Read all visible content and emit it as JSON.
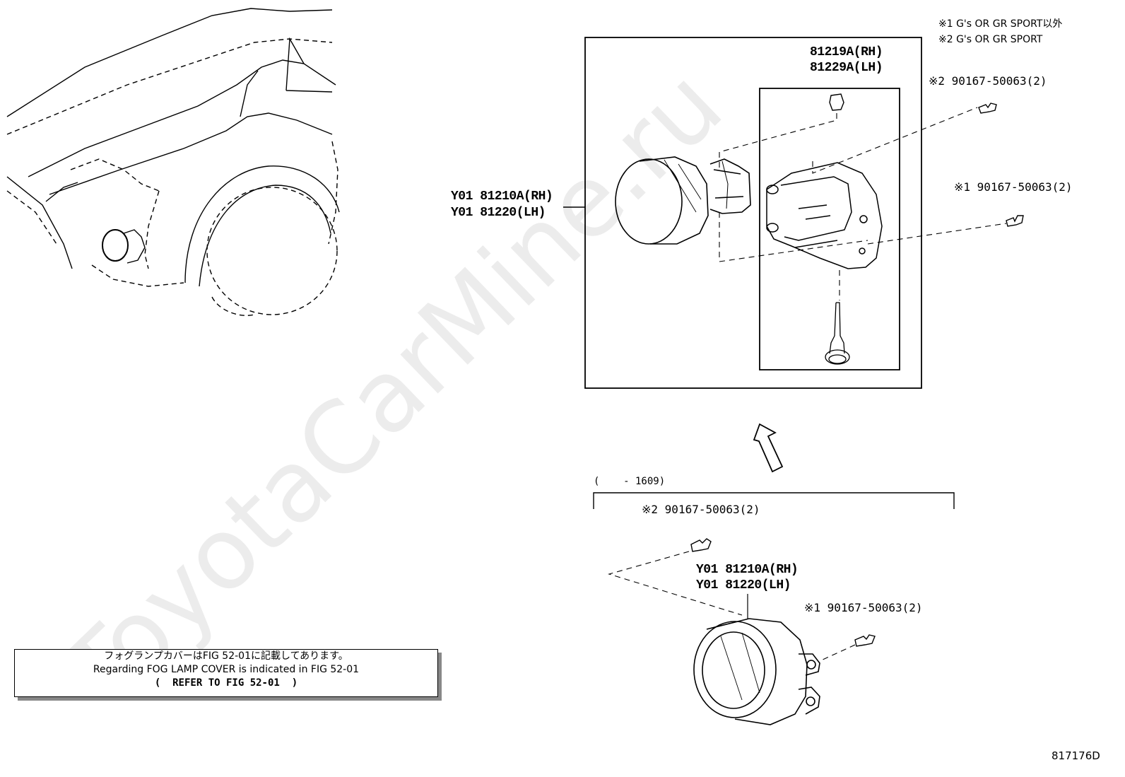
{
  "legend": {
    "note1": "※1 G's OR GR SPORT以外",
    "note2": "※2 G's OR GR SPORT"
  },
  "upper_assembly": {
    "bracket_part_rh": "81219A(RH)",
    "bracket_part_lh": "81229A(LH)",
    "lamp_part_rh": "Y01 81210A(RH)",
    "lamp_part_lh": "Y01 81220(LH)",
    "screw_note2": "※2 90167-50063(2)",
    "screw_note1": "※1 90167-50063(2)"
  },
  "lower_assembly": {
    "date_range": "(    - 1609)",
    "screw_note2": "※2 90167-50063(2)",
    "lamp_part_rh": "Y01 81210A(RH)",
    "lamp_part_lh": "Y01 81220(LH)",
    "screw_note1": "※1 90167-50063(2)"
  },
  "note_box": {
    "line_jp": "フォグランプカバーはFIG 52-01に記載してあります。",
    "line_en": "Regarding FOG LAMP COVER is indicated in FIG 52-01",
    "line_ref": "(  REFER TO FIG 52-01  )"
  },
  "figure_id": "817176D",
  "watermark": "ToyotaCarMine.ru"
}
